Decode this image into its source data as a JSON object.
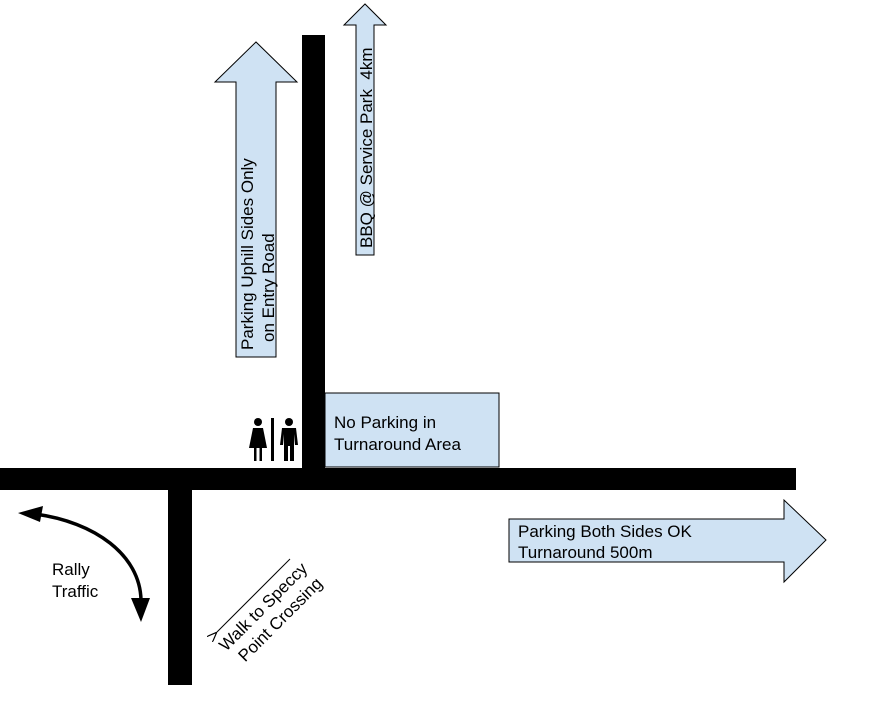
{
  "colors": {
    "road": "#000000",
    "sign_fill": "#cfe2f3",
    "sign_stroke": "#000000",
    "background": "#ffffff"
  },
  "signs": {
    "entry_road_parking": {
      "line1": "Parking Uphill Sides Only",
      "line2": "on Entry Road",
      "icon": "arrow-up-icon"
    },
    "bbq": {
      "text": "BBQ @ Service Park  4km",
      "icon": "arrow-up-icon"
    },
    "turnaround_box": {
      "line1": "No Parking in",
      "line2": "Turnaround Area"
    },
    "both_sides": {
      "line1": "Parking Both Sides OK",
      "line2": "Turnaround 500m",
      "icon": "arrow-right-icon"
    }
  },
  "labels": {
    "rally_traffic": {
      "line1": "Rally",
      "line2": "Traffic",
      "icon": "curved-double-arrow-icon"
    },
    "walk": {
      "line1": "Walk to Speccy",
      "line2": "Point Crossing",
      "icon": "thin-arrow-icon"
    }
  },
  "icons": {
    "toilets": "restroom-icon"
  }
}
